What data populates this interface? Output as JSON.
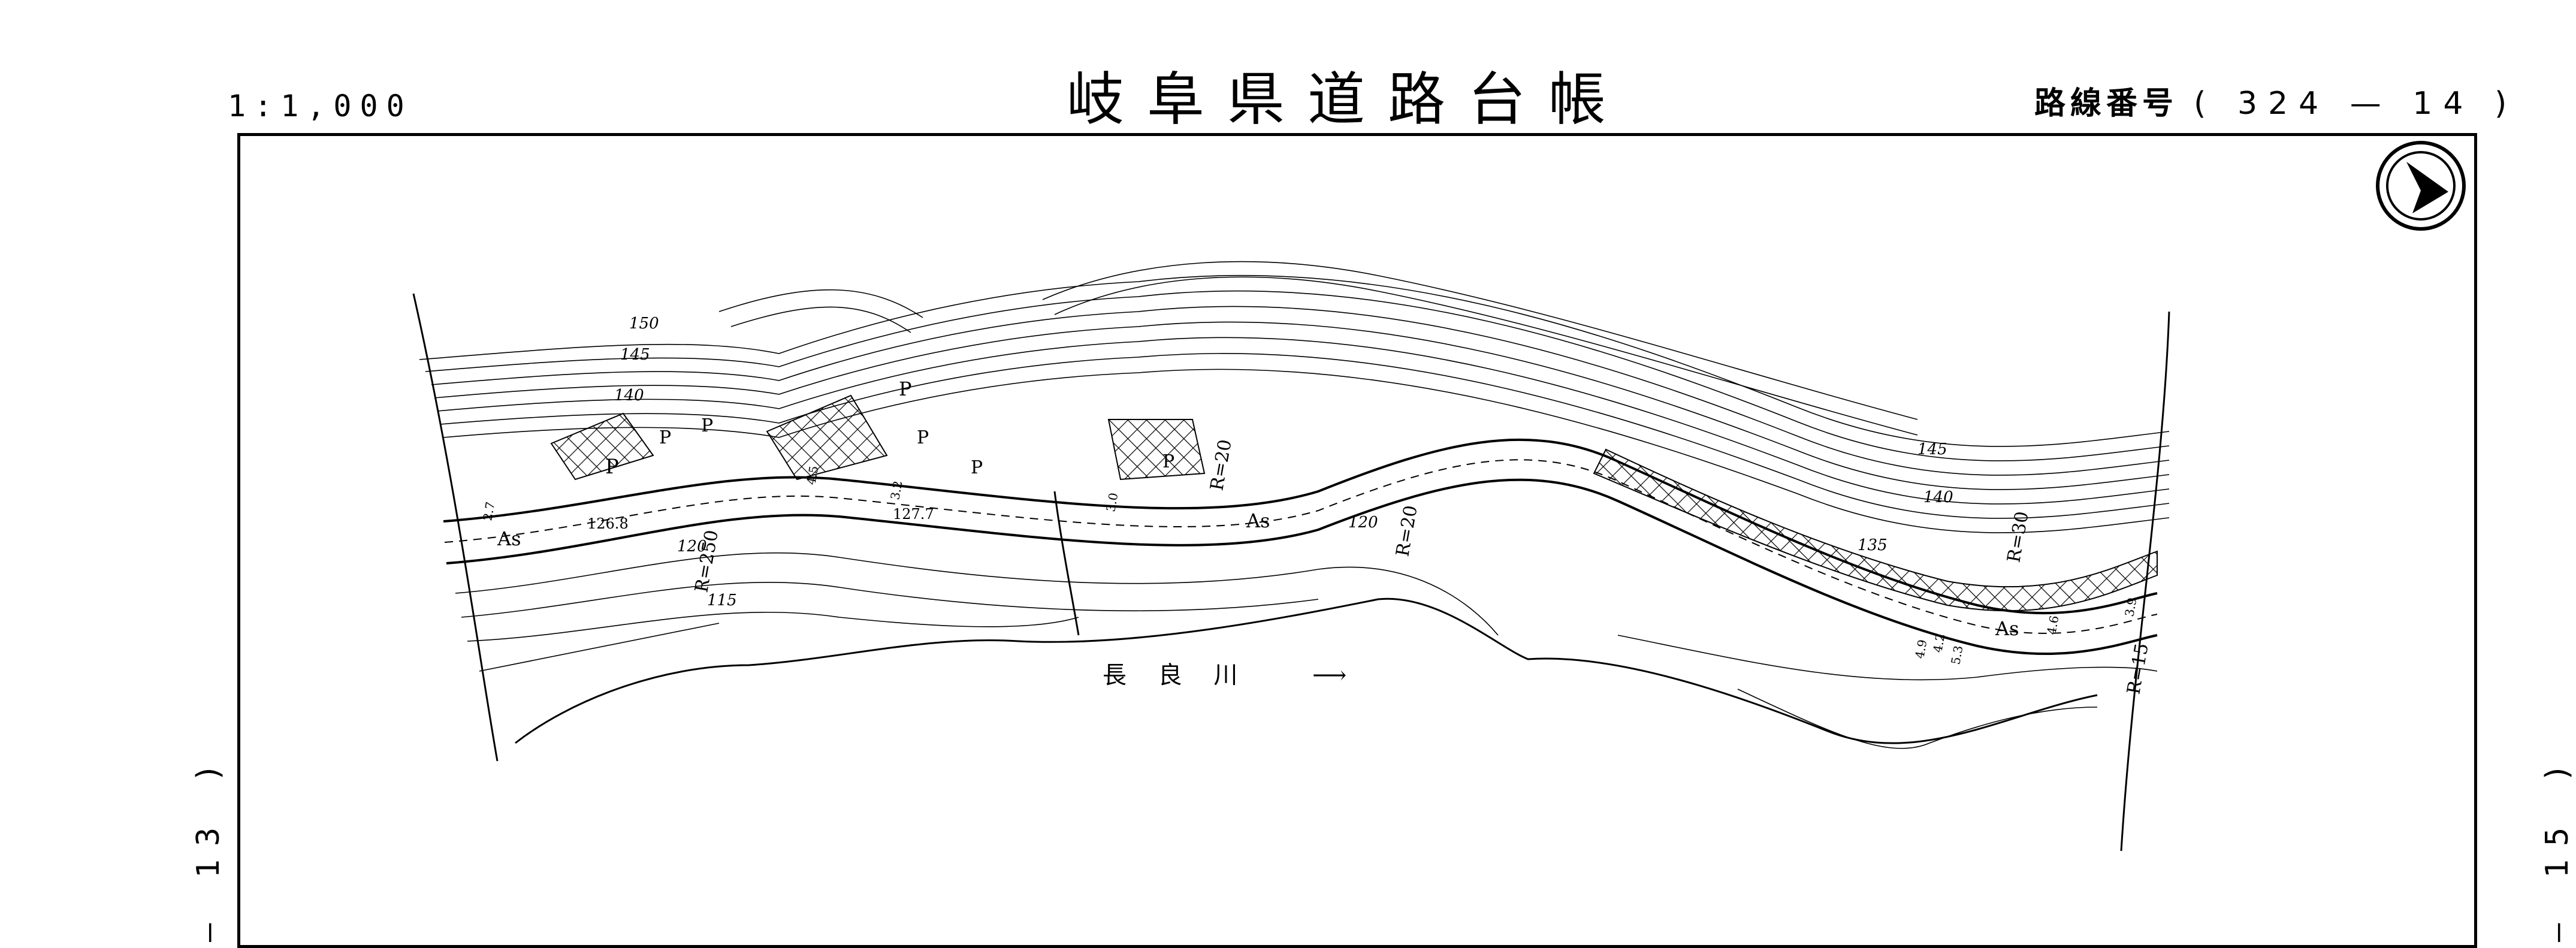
{
  "header": {
    "scale": "1:1,000",
    "title": "岐阜県道路台帳",
    "route_label": "路線番号",
    "route_value": "( 324 — 14 )"
  },
  "margins": {
    "previous_sheet": "– 13 )",
    "next_sheet": "– 15 )"
  },
  "map": {
    "river_label": "長 良 川",
    "contours": [
      "150",
      "145",
      "140",
      "145",
      "140",
      "135",
      "120",
      "115",
      "120"
    ],
    "elevations": [
      "126.8",
      "127.7"
    ],
    "curve_labels": [
      "R=250",
      "R=20",
      "R=20",
      "R=30",
      "R=15"
    ],
    "surface_labels": [
      "As",
      "As",
      "As"
    ],
    "land_labels": [
      "P",
      "P",
      "P",
      "P",
      "P",
      "P",
      "P"
    ],
    "widths": [
      "2.7",
      "4.5",
      "3.2",
      "3.0",
      "4.2",
      "4.9",
      "5.3",
      "4.6",
      "3.9"
    ],
    "north_arrow_icon": "north-arrow-icon"
  }
}
